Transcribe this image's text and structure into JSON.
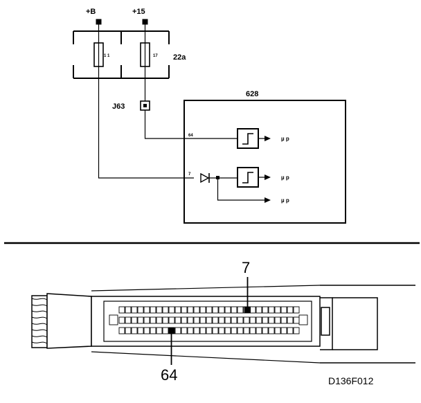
{
  "labels": {
    "supply_b": "+B",
    "supply_15": "+15",
    "fuse_box": "22a",
    "fuse_1": "1 1",
    "fuse_2": "17",
    "junction": "J63",
    "control_unit": "628",
    "pin_64": "64",
    "pin_7": "7",
    "output_1": "µ p",
    "output_2": "µ p",
    "output_3": "µ p"
  },
  "connector": {
    "pin_top_callout": "7",
    "pin_bottom_callout": "64"
  },
  "figure_code": "D136F012"
}
